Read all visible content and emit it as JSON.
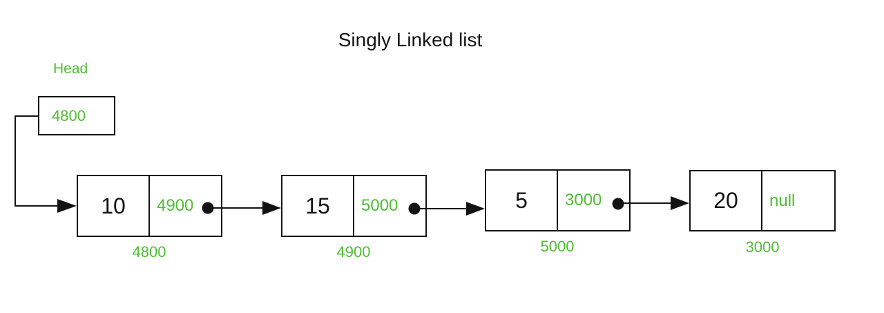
{
  "title": "Singly Linked list",
  "head": {
    "label": "Head",
    "value": "4800"
  },
  "nodes": [
    {
      "value": "10",
      "next": "4900",
      "address": "4800"
    },
    {
      "value": "15",
      "next": "5000",
      "address": "4900"
    },
    {
      "value": "5",
      "next": "3000",
      "address": "5000"
    },
    {
      "value": "20",
      "next": "null",
      "address": "3000"
    }
  ],
  "colors": {
    "green": "#4fbe34",
    "ink": "#131313"
  }
}
